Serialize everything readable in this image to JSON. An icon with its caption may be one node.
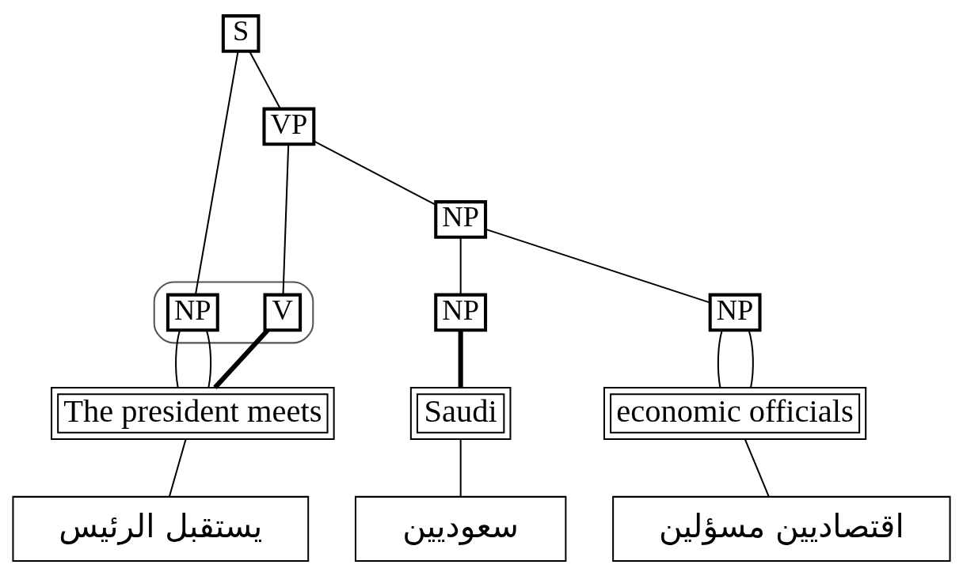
{
  "diagram": {
    "nodes": [
      {
        "text": [
          "S"
        ]
      },
      {
        "text": [
          "VP"
        ]
      },
      {
        "text": [],
        "shape": "oval"
      },
      {
        "text": [
          "NP"
        ],
        "in": 2
      },
      {
        "text": [
          "V"
        ],
        "in": 2
      },
      {
        "text": [
          "NP"
        ]
      },
      {
        "text": [
          "NP"
        ]
      },
      {
        "text": [
          "NP"
        ]
      },
      {
        "text": [
          "The president meets"
        ]
      },
      {
        "text": [
          "Saudi"
        ]
      },
      {
        "text": [
          "economic officials"
        ]
      },
      {
        "text": [
          "يستقبل الرئيس"
        ]
      },
      {
        "text": [
          "اقتصاديين مسؤلين"
        ]
      },
      {
        "text": [
          "سعوديين"
        ]
      }
    ],
    "edges": [
      {
        "from": 0,
        "to": 3,
        "arrow": "none"
      },
      {
        "from": 0,
        "to": 1,
        "arrow": "none"
      },
      {
        "from": 1,
        "to": 4,
        "arrow": "none"
      },
      {
        "from": 1,
        "to": 5,
        "arrow": "none"
      },
      {
        "from": 5,
        "to": 6,
        "arrow": "none"
      },
      {
        "from": 5,
        "to": 7,
        "arrow": "none"
      },
      {
        "from": 3,
        "to": 8,
        "arrow": "none"
      },
      {
        "from": 3,
        "to": 8,
        "arrow": "none"
      },
      {
        "from": 4,
        "to": 8,
        "arrow": "none",
        "style": "thick"
      },
      {
        "from": 6,
        "to": 9,
        "arrow": "none",
        "style": "thick"
      },
      {
        "from": 7,
        "to": 10,
        "arrow": "none"
      },
      {
        "from": 7,
        "to": 10,
        "arrow": "none"
      },
      {
        "from": 8,
        "to": 11,
        "arrow": "none"
      },
      {
        "from": 9,
        "to": 13,
        "arrow": "none"
      },
      {
        "from": 10,
        "to": 12,
        "arrow": "none"
      }
    ]
  }
}
